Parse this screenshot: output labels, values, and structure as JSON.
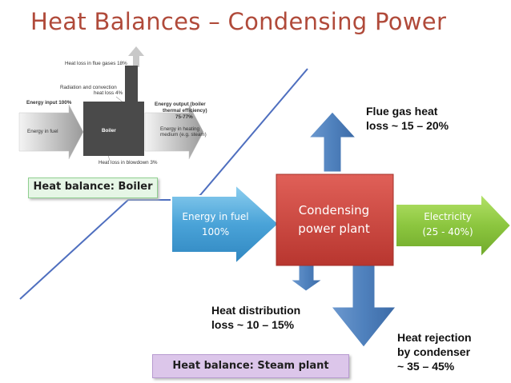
{
  "title": "Heat Balances – Condensing Power",
  "boiler_inset": {
    "flue_loss": "Heat loss in flue gases 18%",
    "radiation_1": "Radiation and convection",
    "radiation_2": "heat loss 4%",
    "energy_input": "Energy input 100%",
    "energy_in_fuel": "Energy in fuel",
    "boiler": "Boiler",
    "output_1": "Energy output (boiler",
    "output_2": "thermal efficiency)",
    "output_3": "75-77%",
    "heating_1": "Energy in heating",
    "heating_2": "medium (e.g. steam)",
    "blowdown": "Heat loss in blowdown 3%"
  },
  "labels": {
    "boiler": "Heat balance: Boiler",
    "steam": "Heat balance: Steam plant"
  },
  "plant": {
    "line1": "Condensing",
    "line2": "power plant"
  },
  "energy_in": {
    "line1": "Energy in fuel",
    "line2": "100%"
  },
  "electricity": {
    "line1": "Electricity",
    "line2": "(25 - 40%)"
  },
  "flue": {
    "line1": "Flue gas heat",
    "line2": "loss ~ 15 – 20%"
  },
  "distribution": {
    "line1": "Heat distribution",
    "line2": "loss ~ 10 – 15%"
  },
  "rejection": {
    "line1": "Heat rejection",
    "line2": "by condenser",
    "line3": "~ 35 – 45%"
  },
  "colors": {
    "title": "#b04a3a",
    "plant_box": "#c0413a",
    "energy_arrow": "#5aa8d8",
    "electricity_arrow": "#8cc63f",
    "loss_arrow": "#4f81bd",
    "diagonal_line": "#4f6fbf"
  }
}
